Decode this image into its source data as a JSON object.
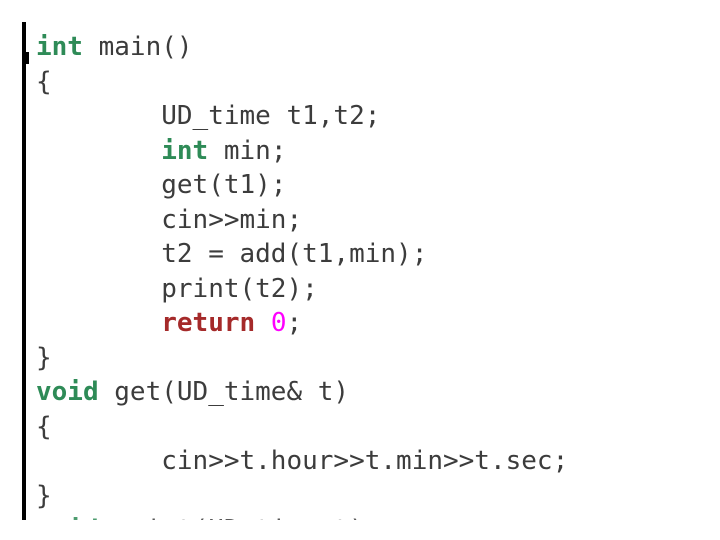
{
  "code": {
    "lines": [
      {
        "indent": "",
        "tokens": [
          {
            "t": "int",
            "c": "kw-type"
          },
          {
            "t": " main()",
            "c": ""
          }
        ]
      },
      {
        "indent": "",
        "tokens": [
          {
            "t": "{",
            "c": ""
          }
        ]
      },
      {
        "indent": "        ",
        "tokens": [
          {
            "t": "UD_time t1,t2;",
            "c": ""
          }
        ]
      },
      {
        "indent": "        ",
        "tokens": [
          {
            "t": "int",
            "c": "kw-type"
          },
          {
            "t": " min;",
            "c": ""
          }
        ]
      },
      {
        "indent": "        ",
        "tokens": [
          {
            "t": "get(t1);",
            "c": ""
          }
        ]
      },
      {
        "indent": "        ",
        "tokens": [
          {
            "t": "cin>>min;",
            "c": ""
          }
        ]
      },
      {
        "indent": "        ",
        "tokens": [
          {
            "t": "t2 = add(t1,min);",
            "c": ""
          }
        ]
      },
      {
        "indent": "        ",
        "tokens": [
          {
            "t": "print(t2);",
            "c": ""
          }
        ]
      },
      {
        "indent": "        ",
        "tokens": [
          {
            "t": "return",
            "c": "kw-ret"
          },
          {
            "t": " ",
            "c": ""
          },
          {
            "t": "0",
            "c": "num"
          },
          {
            "t": ";",
            "c": ""
          }
        ]
      },
      {
        "indent": "",
        "tokens": [
          {
            "t": "}",
            "c": ""
          }
        ]
      },
      {
        "indent": "",
        "tokens": [
          {
            "t": "void",
            "c": "kw-type"
          },
          {
            "t": " get(UD_time& t)",
            "c": ""
          }
        ]
      },
      {
        "indent": "",
        "tokens": [
          {
            "t": "{",
            "c": ""
          }
        ]
      },
      {
        "indent": "        ",
        "tokens": [
          {
            "t": "cin>>t.hour>>t.min>>t.sec;",
            "c": ""
          }
        ]
      },
      {
        "indent": "",
        "tokens": [
          {
            "t": "}",
            "c": ""
          }
        ]
      },
      {
        "indent": "",
        "tokens": [
          {
            "t": "void",
            "c": "kw-type"
          },
          {
            "t": " print(UD_time t)",
            "c": ""
          }
        ]
      }
    ]
  },
  "colors": {
    "type_keyword": "#2e8b57",
    "return_keyword": "#a52a2a",
    "number": "#ff00ff",
    "text": "#3c3c3c"
  }
}
